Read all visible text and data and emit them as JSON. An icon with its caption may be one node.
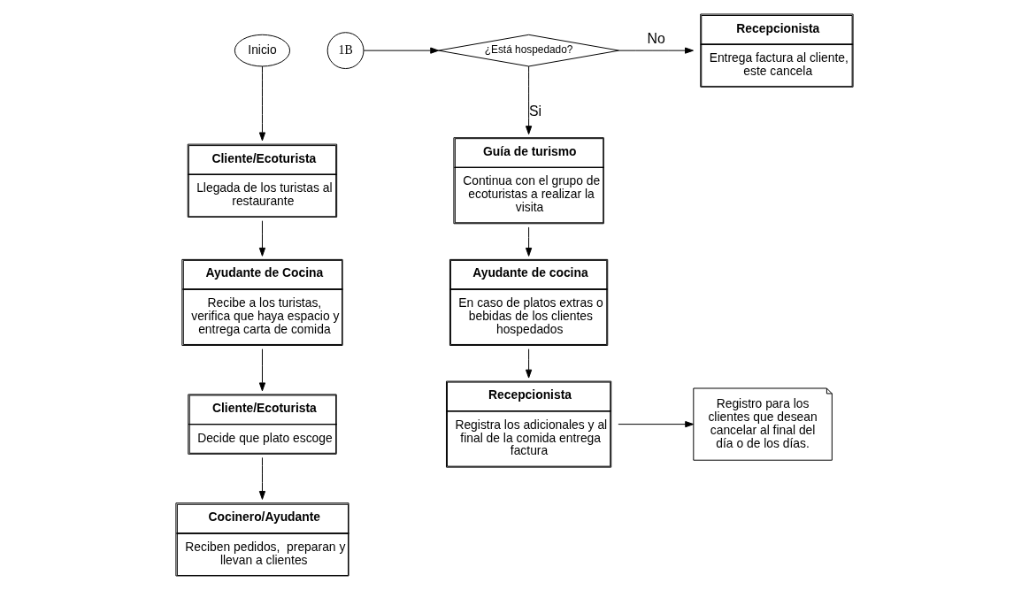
{
  "diagram": {
    "nodes": [
      {
        "text": [
          "Inicio"
        ]
      },
      {
        "text": [
          "Cliente/Ecoturista",
          "Llegada de los turistas al restaurante"
        ]
      },
      {
        "text": [
          "Ayudante de Cocina",
          "Recibe a los turistas, verifica que haya espacio y entrega carta de comida"
        ]
      },
      {
        "text": [
          "Cliente/Ecoturista",
          "Decide que plato escoge"
        ]
      },
      {
        "text": [
          "Cocinero/Ayudante",
          "Reciben pedidos,  preparan y llevan a clientes"
        ]
      },
      {
        "text": [
          "1B"
        ]
      },
      {
        "text": [
          "¿Está hospedado?"
        ]
      },
      {
        "text": [
          "Recepcionista",
          "Entrega factura al cliente, este cancela"
        ]
      },
      {
        "text": [
          "Guía de turismo",
          "Continua con el grupo de ecoturistas a realizar la visita"
        ]
      },
      {
        "text": [
          "Ayudante de cocina",
          "En caso de platos extras o bebidas de los clientes hospedados"
        ]
      },
      {
        "text": [
          "Recepcionista",
          "Registra los adicionales y al final de la comida entrega factura"
        ]
      },
      {
        "text": [
          "Registro para los clientes que desean cancelar al final del día o de los días."
        ]
      }
    ],
    "edges": [
      {
        "from": 0,
        "to": 1,
        "arrow": "to"
      },
      {
        "from": 1,
        "to": 2,
        "arrow": "to"
      },
      {
        "from": 2,
        "to": 3,
        "arrow": "to"
      },
      {
        "from": 3,
        "to": 4,
        "arrow": "to"
      },
      {
        "from": 5,
        "to": 6,
        "arrow": "to"
      },
      {
        "from": 6,
        "to": 7,
        "arrow": "to",
        "label": "No"
      },
      {
        "from": 6,
        "to": 8,
        "arrow": "to",
        "label": "Si"
      },
      {
        "from": 8,
        "to": 9,
        "arrow": "to"
      },
      {
        "from": 9,
        "to": 10,
        "arrow": "to"
      },
      {
        "from": 10,
        "to": 11,
        "arrow": "to"
      }
    ]
  }
}
